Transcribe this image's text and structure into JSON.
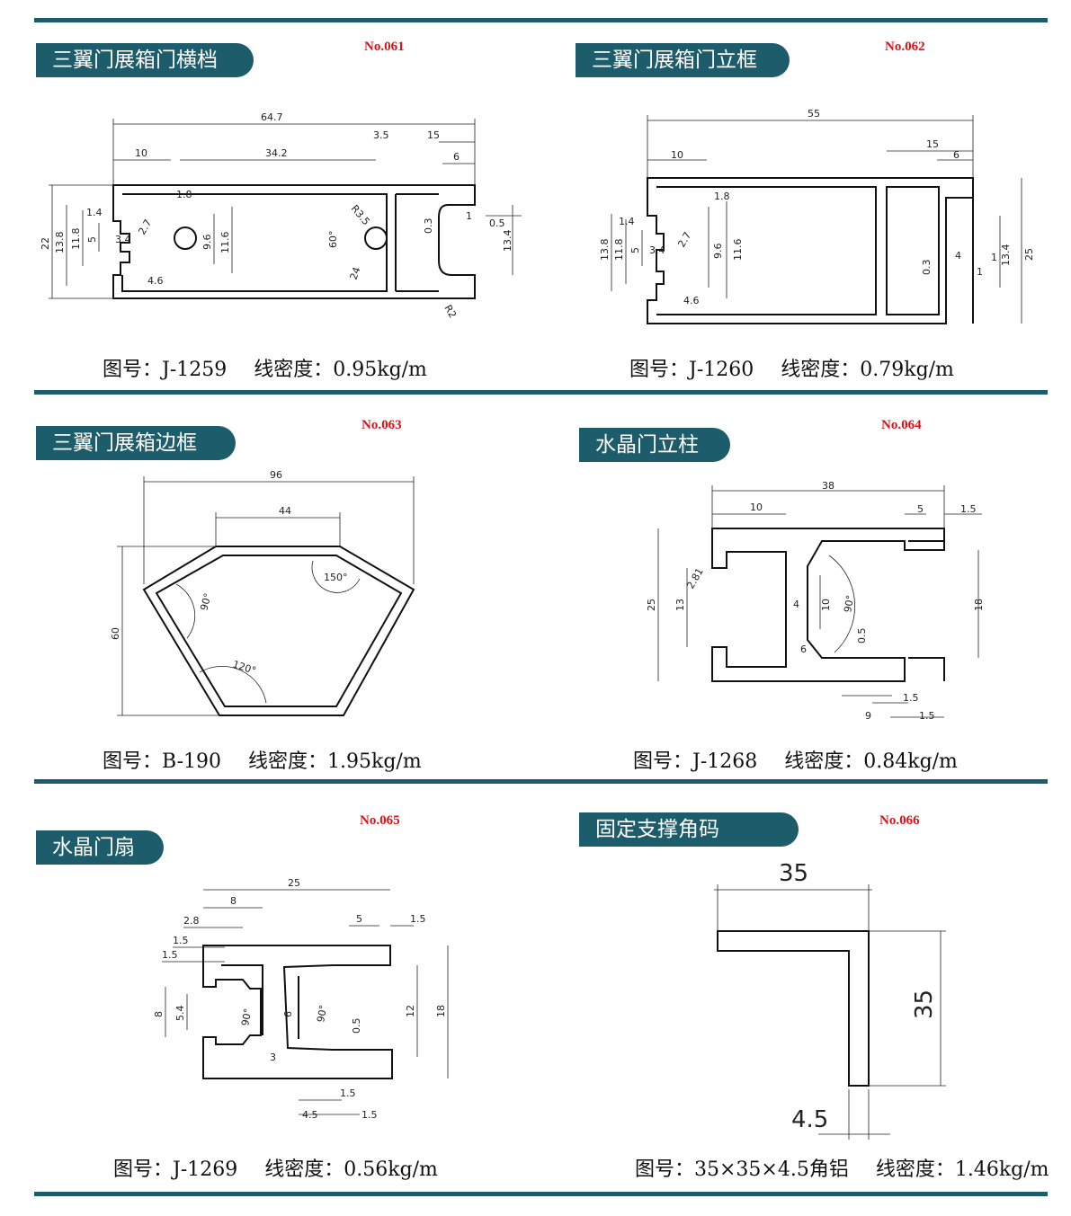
{
  "panels": [
    {
      "title": "三翼门展箱门横档",
      "number": "No.061",
      "caption_code": "图号：J-1259",
      "caption_density": "线密度：0.95kg/m",
      "dims": [
        "64.7",
        "3.5",
        "15",
        "10",
        "34.2",
        "6",
        "1.8",
        "R3.5",
        "1.4",
        "3.4",
        "2.7",
        "22",
        "13.8",
        "11.8",
        "5",
        "9.6",
        "11.6",
        "60°",
        "24",
        "4.6",
        "0.3",
        "1",
        "0.5",
        "13.4",
        "R2"
      ]
    },
    {
      "title": "三翼门展箱门立框",
      "number": "No.062",
      "caption_code": "图号：J-1260",
      "caption_density": "线密度：0.79kg/m",
      "dims": [
        "55",
        "15",
        "10",
        "6",
        "1.8",
        "1.4",
        "3.4",
        "2.7",
        "13.8",
        "11.8",
        "5",
        "9.6",
        "11.6",
        "4.6",
        "13.4",
        "25",
        "4",
        "1",
        "0.3",
        "1"
      ]
    },
    {
      "title": "三翼门展箱边框",
      "number": "No.063",
      "caption_code": "图号：B-190",
      "caption_density": "线密度：1.95kg/m",
      "dims": [
        "96",
        "44",
        "60",
        "150°",
        "90°",
        "120°"
      ]
    },
    {
      "title": "水晶门立柱",
      "number": "No.064",
      "caption_code": "图号：J-1268",
      "caption_density": "线密度：0.84kg/m",
      "dims": [
        "38",
        "10",
        "5",
        "1.5",
        "25",
        "13",
        "2.81",
        "4",
        "10",
        "90°",
        "18",
        "0.5",
        "6",
        "1.5",
        "9",
        "1.5"
      ]
    },
    {
      "title": "水晶门扇",
      "number": "No.065",
      "caption_code": "图号：J-1269",
      "caption_density": "线密度：0.56kg/m",
      "dims": [
        "25",
        "8",
        "2.8",
        "5",
        "1.5",
        "1.5",
        "1.5",
        "8",
        "5.4",
        "90°",
        "6",
        "90°",
        "0.5",
        "12",
        "18",
        "3",
        "1.5",
        "4.5",
        "1.5"
      ]
    },
    {
      "title": "固定支撑角码",
      "number": "No.066",
      "caption_code": "图号：35×35×4.5角铝",
      "caption_density": "线密度：1.46kg/m",
      "dims": [
        "35",
        "35",
        "4.5"
      ]
    }
  ],
  "colors": {
    "accent": "#1d5c6a",
    "number_red": "#d6141c"
  }
}
